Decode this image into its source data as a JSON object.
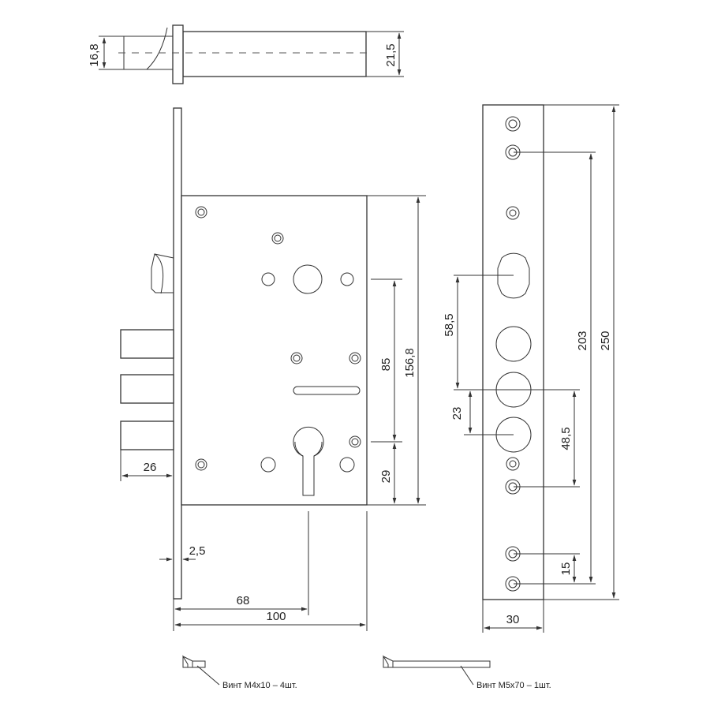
{
  "dimensions": {
    "cylinder_small": "16,8",
    "cylinder_large": "21,5",
    "backset_bolt": "26",
    "plate_thickness": "2,5",
    "backset": "68",
    "case_width": "100",
    "d85": "85",
    "d156": "156,8",
    "d29": "29",
    "d58": "58,5",
    "d23": "23",
    "d48": "48,5",
    "d203": "203",
    "d250": "250",
    "d15": "15",
    "faceplate_width": "30"
  },
  "parts": {
    "screw_small": "Винт М4х10 – 4шт.",
    "screw_long": "Винт М5х70 – 1шт."
  }
}
